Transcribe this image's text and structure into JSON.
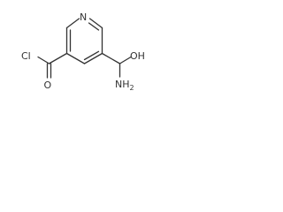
{
  "molecule": {
    "atoms": {
      "ring_n": "N",
      "chloro": "Cl",
      "acyl_o": "O",
      "amide_o": "OH",
      "amide_n": "NH"
    },
    "amide_h_subscript": "2",
    "bond_color": "#333333"
  }
}
